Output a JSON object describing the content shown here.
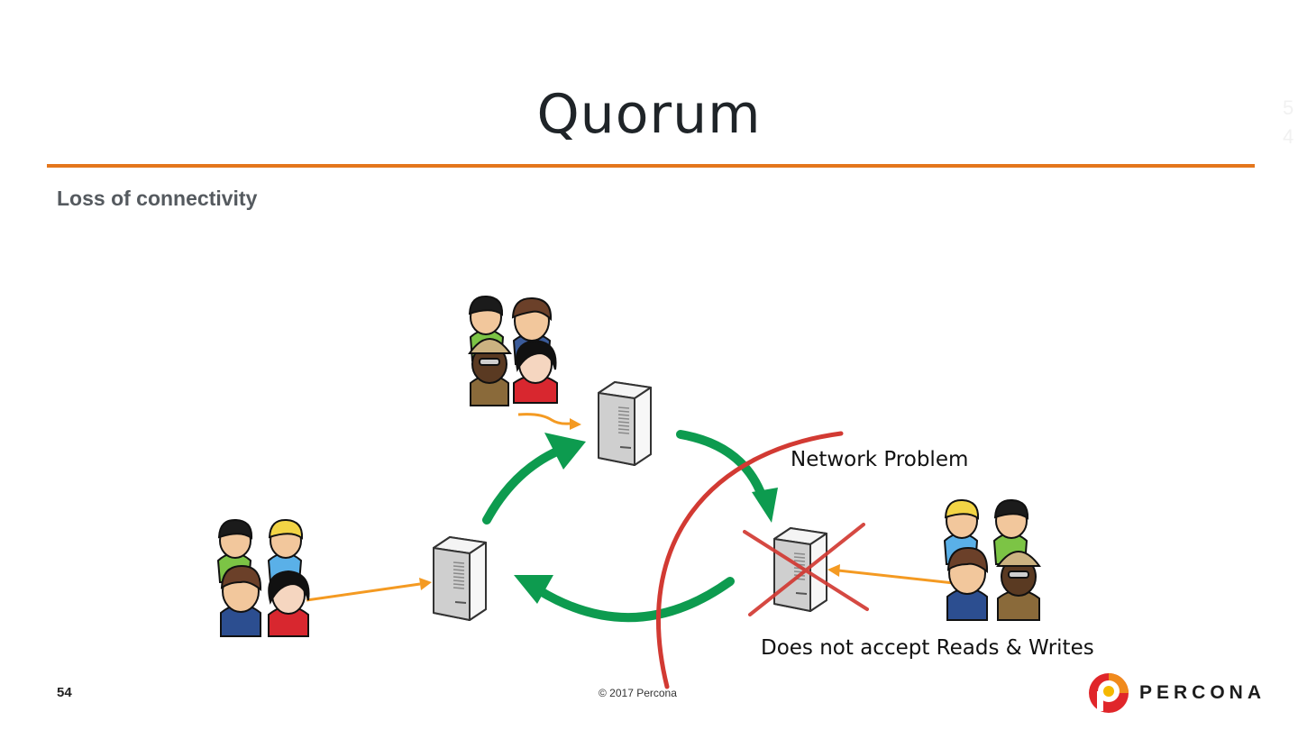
{
  "slide": {
    "title": "Quorum",
    "corner_marks": [
      "5",
      "4"
    ],
    "subtitle": "Loss of connectivity",
    "page_number": "54",
    "copyright": "© 2017 Percona",
    "logo_text": "PERCONA"
  },
  "diagram": {
    "network_problem_label": "Network Problem",
    "status_label": "Does not accept Reads & Writes",
    "colors": {
      "replication_arrow": "#0d9b4f",
      "client_arrow": "#f49a22",
      "partition_line": "#d23a33",
      "rule": "#e4761c"
    },
    "nodes": [
      {
        "name": "top-server",
        "status": "healthy"
      },
      {
        "name": "left-server",
        "status": "healthy"
      },
      {
        "name": "right-server",
        "status": "isolated"
      }
    ],
    "icons": [
      "server-icon",
      "user-group-icon",
      "cross-icon",
      "percona-logo-icon"
    ]
  }
}
